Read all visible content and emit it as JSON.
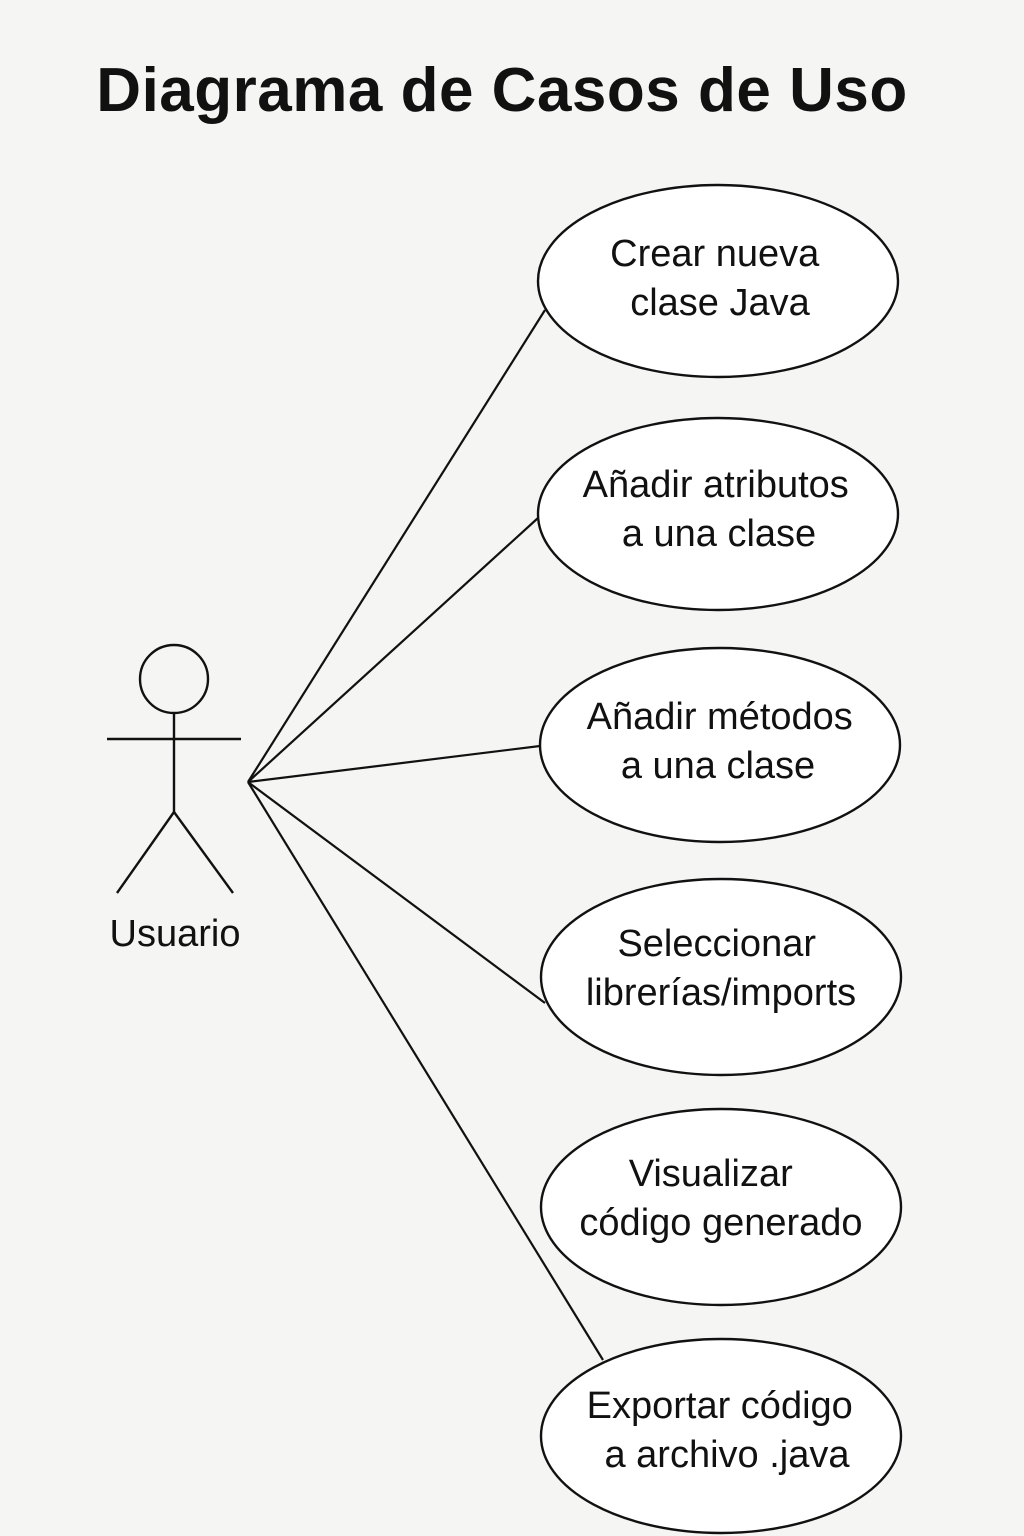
{
  "title": "Diagrama de Casos de Uso",
  "actor": {
    "name": "Usuario"
  },
  "use_cases": [
    {
      "line1": "Crear nueva",
      "line2": "clase Java"
    },
    {
      "line1": "Añadir atributos",
      "line2": "a una clase"
    },
    {
      "line1": "Añadir métodos",
      "line2": "a una clase"
    },
    {
      "line1": "Seleccionar",
      "line2": "librerías/imports"
    },
    {
      "line1": "Visualizar",
      "line2": "código generado"
    },
    {
      "line1": "Exportar código",
      "line2": "a archivo .java"
    }
  ],
  "colors": {
    "background": "#f5f5f4",
    "stroke": "#111111",
    "fill": "#ffffff"
  }
}
